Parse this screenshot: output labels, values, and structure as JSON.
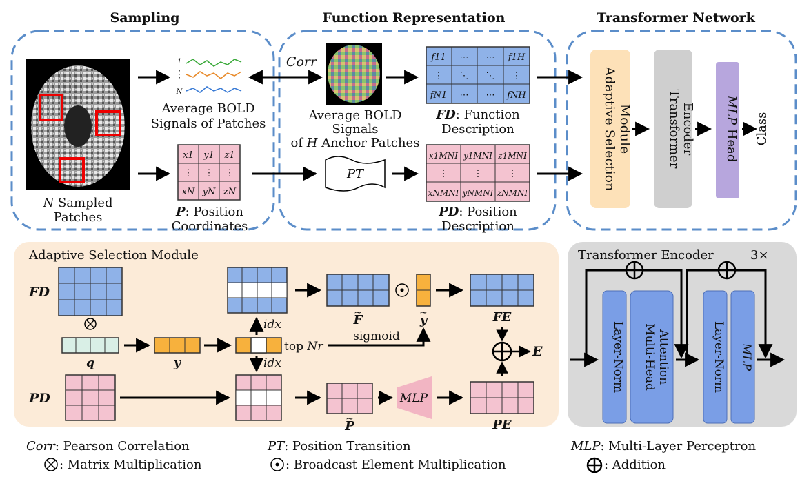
{
  "sections": {
    "sampling": "Sampling",
    "function_representation": "Function Representation",
    "transformer_network": "Transformer Network"
  },
  "sampling": {
    "signal_labels": [
      "1",
      "⋮",
      "N"
    ],
    "avg_signals_l1": "Average BOLD",
    "avg_signals_l2": "Signals of Patches",
    "n_sampled_n": "N",
    "n_sampled_rest": " Sampled",
    "n_sampled_l2": "Patches",
    "pos_matrix_cells": [
      [
        "x1",
        "y1",
        "z1"
      ],
      [
        "⋮",
        "⋮",
        "⋮"
      ],
      [
        "xN",
        "yN",
        "zN"
      ]
    ],
    "p_bold": "P",
    "p_rest": ": Position",
    "p_l2": "Coordinates"
  },
  "function_rep": {
    "corr": "Corr",
    "anchor_l1": "Average BOLD",
    "anchor_l2": "Signals",
    "anchor_l3a": "of ",
    "anchor_l3b": "H",
    "anchor_l3c": " Anchor Patches",
    "fd_cells": [
      [
        "f11",
        "⋯",
        "⋯",
        "f1H"
      ],
      [
        "⋮",
        "⋱",
        "⋱",
        "⋮"
      ],
      [
        "fN1",
        "⋯",
        "⋯",
        "fNH"
      ]
    ],
    "fd_bold": "FD",
    "fd_rest": ": Function",
    "fd_l2": "Description",
    "pt": "PT",
    "pd_cells": [
      [
        "x1MNI",
        "y1MNI",
        "z1MNI"
      ],
      [
        "⋮",
        "⋮",
        "⋮"
      ],
      [
        "xNMNI",
        "yNMNI",
        "zNMNI"
      ]
    ],
    "pd_bold": "PD",
    "pd_rest": ": Position",
    "pd_l2": "Description"
  },
  "network": {
    "adaptive_l1": "Adaptive Selection",
    "adaptive_l2": "Module",
    "encoder_l1": "Transformer",
    "encoder_l2": "Encoder",
    "mlp_head_a": "MLP",
    "mlp_head_b": " Head",
    "class": "Class"
  },
  "asm": {
    "title": "Adaptive Selection Module",
    "fd": "FD",
    "pd": "PD",
    "q": "q",
    "y": "y",
    "idx_up": "idx",
    "idx_down": "idx",
    "top_a": "top ",
    "top_b": "Nr",
    "f_tilde": "F",
    "y_tilde": "y",
    "sigmoid": "sigmoid",
    "fe": "FE",
    "e": "E",
    "p_tilde": "P",
    "mlp": "MLP",
    "pe": "PE"
  },
  "encoder": {
    "title": "Transformer Encoder",
    "repeat": "3×",
    "layer_norm_1": "Layer-Norm",
    "mha_l1": "Multi-Head",
    "mha_l2": "Attention",
    "layer_norm_2": "Layer-Norm",
    "mlp": "MLP"
  },
  "legend": {
    "corr_a": "Corr",
    "corr_b": ": Pearson Correlation",
    "otimes": ": Matrix Multiplication",
    "pt_a": "PT",
    "pt_b": ": Position Transition",
    "odot": ": Broadcast Element Multiplication",
    "mlp_a": "MLP",
    "mlp_b": ": Multi-Layer Perceptron",
    "oplus": ": Addition"
  },
  "colors": {
    "dash_border": "#5b8dc9",
    "blue_cell": "#8fb2e8",
    "pink_cell": "#f4c3d0",
    "orange_cell": "#f7b13d",
    "mint_cell": "#d9efe6",
    "adaptive_module": "#fde1b8",
    "encoder_box": "#cfcfcf",
    "mlp_head": "#b7a6dd",
    "asm_panel": "#fcebd8",
    "encoder_panel": "#d9d9d9",
    "layer_blue": "#7a9ee6"
  }
}
